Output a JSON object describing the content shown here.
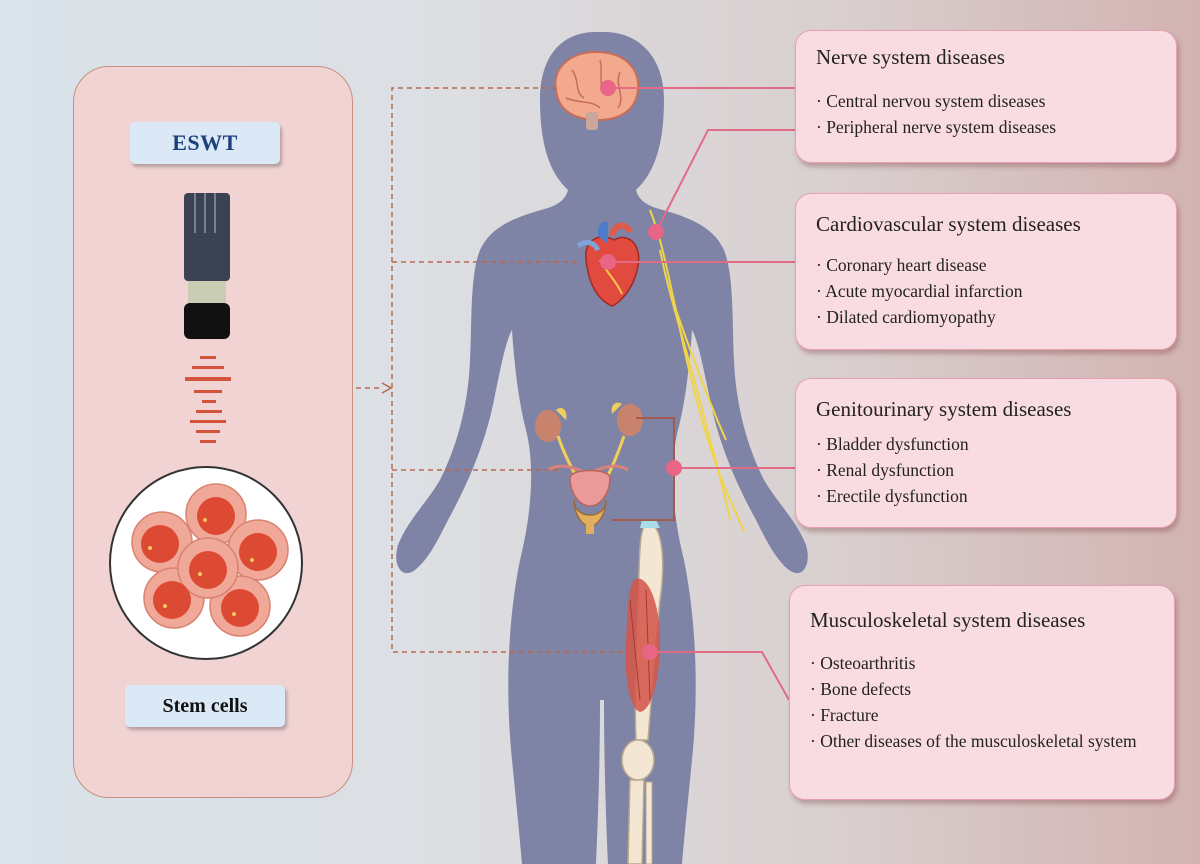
{
  "left_panel": {
    "eswt_label": "ESWT",
    "stem_cells_label": "Stem cells"
  },
  "cards": {
    "nerve": {
      "title": "Nerve system diseases",
      "items": [
        "· Central nervou system diseases",
        "· Peripheral nerve system diseases"
      ]
    },
    "cardiovascular": {
      "title": "Cardiovascular system diseases",
      "items": [
        "· Coronary heart disease",
        "· Acute myocardial infarction",
        "· Dilated cardiomyopathy"
      ]
    },
    "genitourinary": {
      "title": "Genitourinary system diseases",
      "items": [
        "· Bladder dysfunction",
        "· Renal dysfunction",
        "· Erectile dysfunction"
      ]
    },
    "musculoskeletal": {
      "title": "Musculoskeletal system diseases",
      "items": [
        "· Osteoarthritis",
        "· Bone defects",
        "· Fracture",
        "· Other diseases of the musculoskeletal system"
      ]
    }
  },
  "colors": {
    "body_silhouette": "#7f84a6",
    "connector": "#e36b86",
    "dashed_arrow": "#b9684f",
    "card_fill": "#f9dbe2",
    "panel_fill": "#f1d3d3"
  },
  "icons": [
    "brain-icon",
    "heart-icon",
    "nerve-icon",
    "urinary-organs-icon",
    "leg-bones-muscle-icon",
    "eswt-device-icon",
    "shockwave-icon",
    "stem-cells-icon",
    "arrow-right-icon"
  ]
}
